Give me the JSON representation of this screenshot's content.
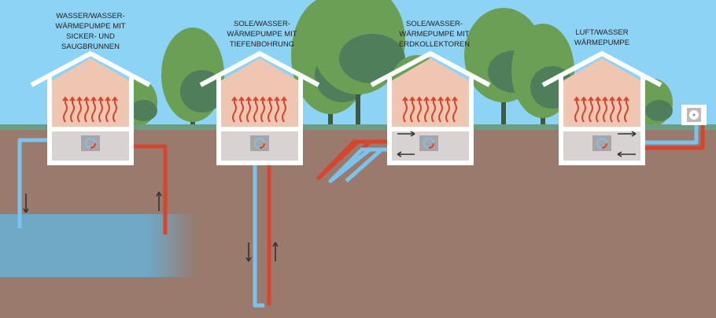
{
  "colors": {
    "sky": "#8dd3f5",
    "ground": "#997a6d",
    "grass": "#6e9c80",
    "wall": "#efc6b2",
    "basement": "#d8d2d3",
    "cold": "#7cc3ec",
    "hot": "#d9442e",
    "water": "#6aaed0",
    "tree": "#6a9f55"
  },
  "systems": [
    {
      "label": "WASSER/WASSER-\nWÄRMEPUMPE MIT\nSICKER- UND\nSAUGBRUNNEN"
    },
    {
      "label": "SOLE/WASSER-\nWÄRMEPUMPE MIT\nTIEFENBOHRUNG"
    },
    {
      "label": "SOLE/WASSER-\nWÄRMEPUMPE MIT\nERDKOLLEKTOREN"
    },
    {
      "label": "LUFT/WASSER\nWÄRMEPUMPE"
    }
  ],
  "icons": [
    "heat-wave-icon",
    "heat-pump-icon",
    "arrow-icon",
    "fan-icon",
    "tree-icon"
  ]
}
